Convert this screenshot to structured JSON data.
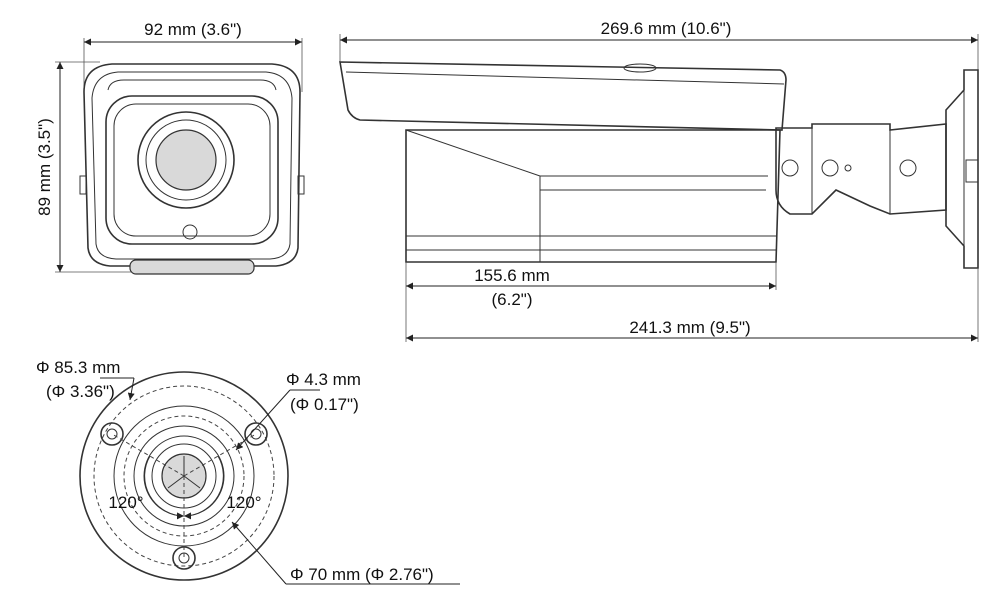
{
  "front_view": {
    "width_label": "92 mm (3.6\")",
    "height_label": "89 mm (3.5\")"
  },
  "side_view": {
    "total_length_label": "269.6 mm (10.6\")",
    "housing_length_mm": "155.6 mm",
    "housing_length_in": "(6.2\")",
    "base_length_label": "241.3 mm (9.5\")"
  },
  "base_view": {
    "outer_diameter_mm": "Φ 85.3 mm",
    "outer_diameter_in": "(Φ 3.36\")",
    "hole_diameter_mm": "Φ 4.3 mm",
    "hole_diameter_in": "(Φ 0.17\")",
    "angle_left": "120°",
    "angle_right": "120°",
    "hole_circle_label": "Φ 70 mm (Φ 2.76\")"
  },
  "colors": {
    "line": "#222222",
    "background": "#ffffff",
    "shade": "#d9d9d9"
  }
}
